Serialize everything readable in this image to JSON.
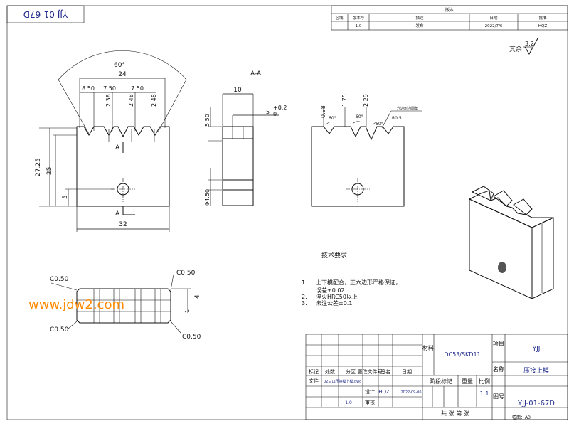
{
  "drawing_number_stamp": "YJJ-01-67D",
  "revision_table": {
    "title": "版本",
    "headers": [
      "区域",
      "版本号",
      "描述",
      "日期",
      "批准"
    ],
    "row": [
      "",
      "1.0",
      "发布",
      "2022/7/6",
      "HQZ"
    ]
  },
  "roughness": {
    "prefix": "其余",
    "value": "3.2"
  },
  "views": {
    "section_label": "A-A",
    "section_marker": "A",
    "front": {
      "angle": "60°",
      "top_width": "24",
      "w1": "8.50",
      "w2": "7.50",
      "w3": "7.50",
      "d1": "2.38",
      "d2": "2.48",
      "d3": "2.48",
      "h_total": "27.25",
      "h_body": "25",
      "hole_y": "5",
      "width": "32"
    },
    "side": {
      "thickness": "10",
      "groove_depth": "5.50",
      "tol_upper": "+0.2",
      "tol_lower": "0",
      "nominal": "5",
      "hole_dia": "Φ4.50"
    },
    "section": {
      "d1": "0.98",
      "d2": "1.75",
      "d3": "2.29",
      "a1": "60°",
      "a2": "60°",
      "a3": "60°",
      "radius": "R0.5",
      "note": "六边形内圆角"
    },
    "top": {
      "c1": "C0.50",
      "c2": "C0.50",
      "c3": "C0.50",
      "c4": "C0.50",
      "d1": "4",
      "d2": "1"
    }
  },
  "watermark": "www.jdw2.com",
  "tech_requirements": {
    "title": "技术要求",
    "items": [
      {
        "num": "1.",
        "text": "上下模配合，正六边形严格保证，"
      },
      {
        "num": "",
        "text": "误差±0.02"
      },
      {
        "num": "2.",
        "text": "淬火HRC50以上"
      },
      {
        "num": "3.",
        "text": "未注公差±0.1"
      }
    ]
  },
  "title_block": {
    "material_label": "材料",
    "material": "DC53/SKD11",
    "project_label": "项目",
    "project": "YJJ",
    "name_label": "名称",
    "part_name": "压接上模",
    "drawing_no_label": "图号",
    "drawing_no": "YJJ-01-67D",
    "file_label": "文件",
    "file_name": "02三口压接模上模.dwg",
    "design_label": "设计",
    "designer": "HQZ",
    "design_date": "2022-09-06",
    "stage_label": "阶段标记",
    "weight_label": "重量",
    "scale_label": "比例",
    "scale": "1:1",
    "version_value": "1.0",
    "row_headers": [
      "标记",
      "处数",
      "分区",
      "更改文件号",
      "签名",
      "日期"
    ],
    "check_label": "审核",
    "sheets_label": "共 张 第 张",
    "format": "幅面：A3"
  }
}
